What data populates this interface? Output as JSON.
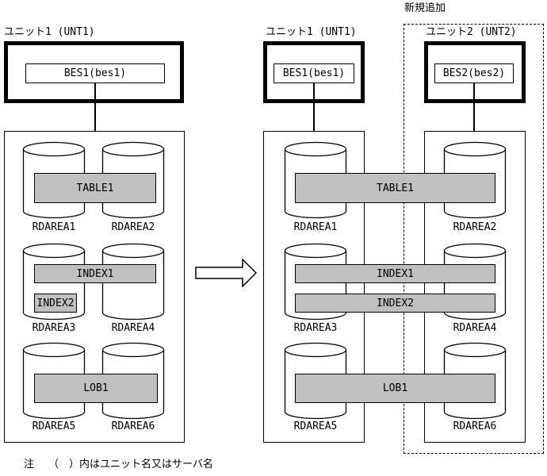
{
  "annotation": {
    "new_addition": "新規追加"
  },
  "note": {
    "marker": "注",
    "text": "（　）内はユニット名又はサーバ名"
  },
  "before": {
    "unit_label": "ユニット1 (UNT1)",
    "server_label": "BES1(bes1)",
    "rdareas": [
      "RDAREA1",
      "RDAREA2",
      "RDAREA3",
      "RDAREA4",
      "RDAREA5",
      "RDAREA6"
    ],
    "objects": {
      "table": "TABLE1",
      "index1": "INDEX1",
      "index2": "INDEX2",
      "lob": "LOB1"
    }
  },
  "after": {
    "unit1_label": "ユニット1 (UNT1)",
    "unit1_server": "BES1(bes1)",
    "unit2_label": "ユニット2 (UNT2)",
    "unit2_server": "BES2(bes2)",
    "rdareas": [
      "RDAREA1",
      "RDAREA2",
      "RDAREA3",
      "RDAREA4",
      "RDAREA5",
      "RDAREA6"
    ],
    "objects": {
      "table": "TABLE1",
      "index1": "INDEX1",
      "index2": "INDEX2",
      "lob": "LOB1"
    }
  },
  "colors": {
    "bar_fill": "#c0c0c0",
    "line": "#000000",
    "background": "#ffffff"
  }
}
